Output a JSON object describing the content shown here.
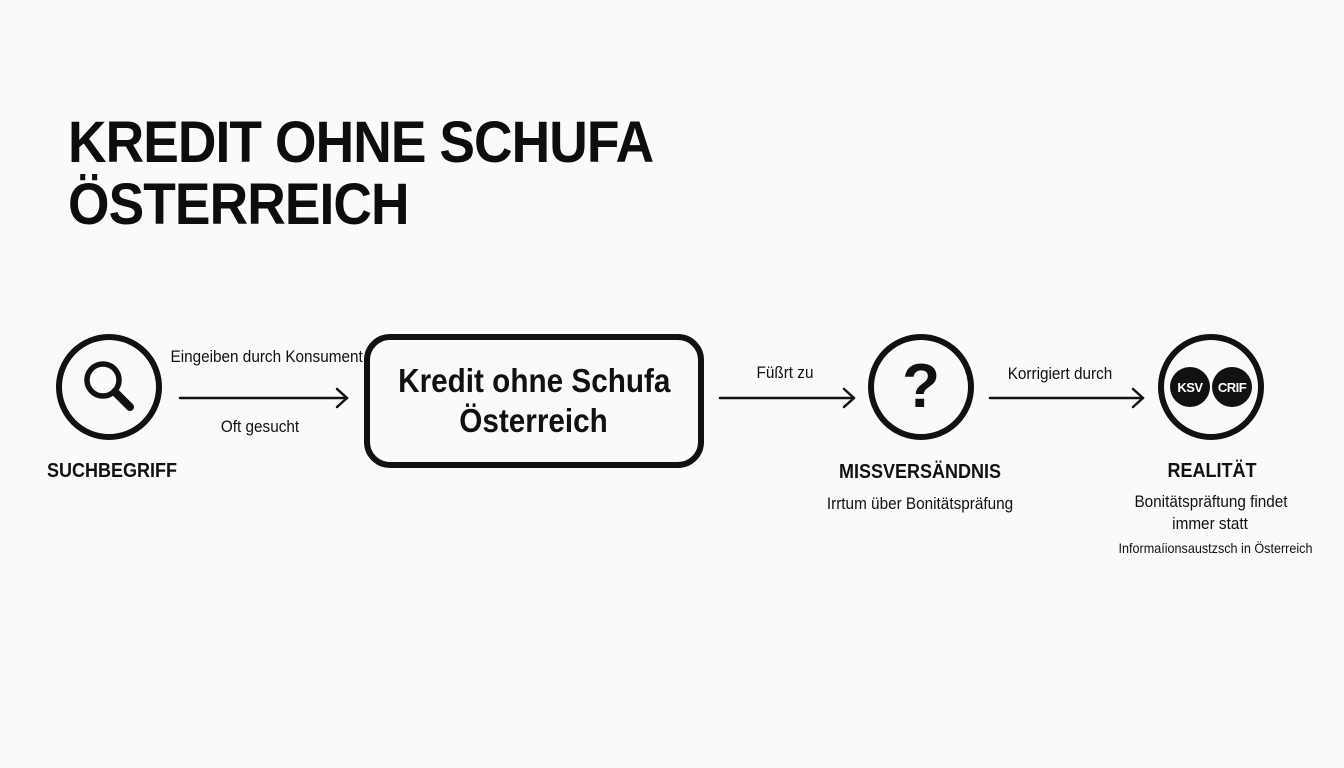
{
  "title": {
    "line1": "KREDIT OHNE SCHUFA",
    "line2": "ÖSTERREICH"
  },
  "nodes": {
    "search": {
      "icon": "search-icon",
      "label": "SUCHBEGRIFF"
    },
    "center": {
      "line1": "Kredit ohne Schufa",
      "line2": "Österreich"
    },
    "misunderstanding": {
      "icon": "question-mark-icon",
      "glyph": "?",
      "label": "MISSVERSÄNDNIS",
      "sublabel": "Irrtum über Bonitätspräfung"
    },
    "reality": {
      "badges": [
        "KSV",
        "CRIF"
      ],
      "label": "REALITÄT",
      "sublabel_line1": "Bonitätspräftung findet",
      "sublabel_line2": "immer statt",
      "note": "Informaíionsaustzsch in Österreich"
    }
  },
  "edges": {
    "search_to_center": {
      "top": "Eingeiben durch Konsument",
      "bottom": "Oft gesucht"
    },
    "center_to_question": {
      "top": "Füßrt zu"
    },
    "question_to_reality": {
      "top": "Korrigiert durch"
    }
  }
}
